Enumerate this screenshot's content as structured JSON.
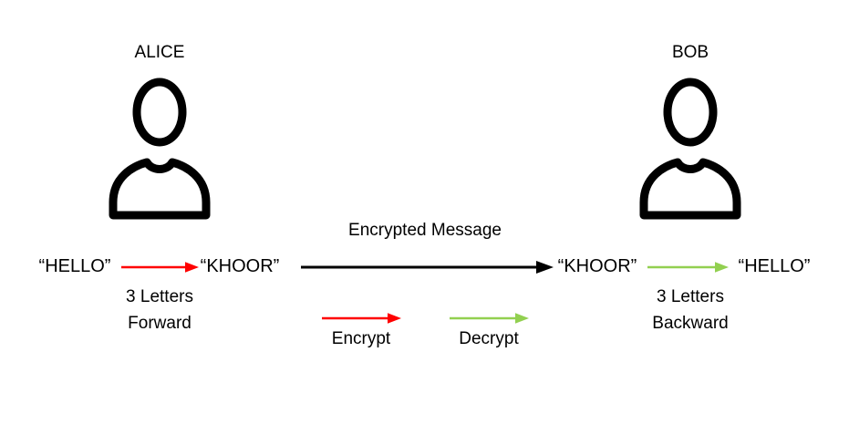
{
  "diagram": {
    "title_implicit": "Caesar cipher encryption between Alice and Bob",
    "alice": {
      "label": "ALICE",
      "plaintext": "“HELLO”",
      "ciphertext": "“KHOOR”",
      "rule_line1": "3 Letters",
      "rule_line2": "Forward"
    },
    "bob": {
      "label": "BOB",
      "ciphertext": "“KHOOR”",
      "plaintext": "“HELLO”",
      "rule_line1": "3 Letters",
      "rule_line2": "Backward"
    },
    "channel": {
      "label": "Encrypted Message"
    },
    "legend": {
      "encrypt_label": "Encrypt",
      "decrypt_label": "Decrypt"
    },
    "colors": {
      "encrypt_arrow": "#ff0000",
      "decrypt_arrow": "#92d050",
      "message_arrow": "#000000",
      "text": "#000000",
      "background": "#ffffff"
    }
  }
}
